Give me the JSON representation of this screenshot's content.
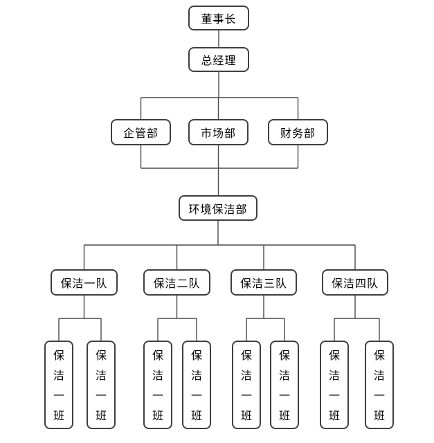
{
  "chart": {
    "type": "org-chart",
    "nodes": {
      "chairman": "董事长",
      "general_manager": "总经理",
      "departments": [
        "企管部",
        "市场部",
        "财务部"
      ],
      "cleaning_department": "环境保洁部",
      "teams": [
        "保洁一队",
        "保洁二队",
        "保洁三队",
        "保洁四队"
      ],
      "squads": [
        "保洁一班",
        "保洁一班",
        "保洁一班",
        "保洁一班",
        "保洁一班",
        "保洁一班",
        "保洁一班",
        "保洁一班"
      ]
    },
    "colors": {
      "line": "#4a4a4a",
      "border": "#3f3f3f",
      "background": "#ffffff",
      "text": "#000000"
    }
  }
}
